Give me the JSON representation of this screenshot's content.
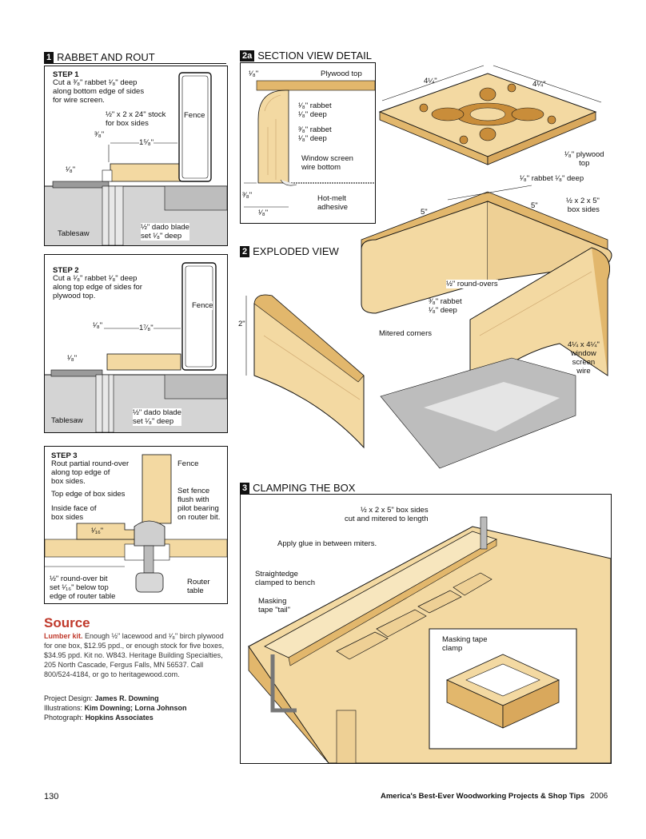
{
  "panel1": {
    "num": "1",
    "title": "RABBET AND ROUT",
    "step1": {
      "title": "STEP 1",
      "text": "Cut a ³⁄₈\" rabbet ¹⁄₈\" deep\nalong bottom edge of sides\nfor wire screen.",
      "stock": "½\" x 2 x 24\" stock\nfor box sides",
      "fence": "Fence",
      "dim_a": "³⁄₈\"",
      "dim_b": "1⁵⁄₈\"",
      "dim_c": "¹⁄₈\"",
      "tablesaw": "Tablesaw",
      "blade": "½\" dado blade\nset ¹⁄₈\" deep"
    },
    "step2": {
      "title": "STEP 2",
      "text": "Cut a ¹⁄₈\" rabbet ¹⁄₈\" deep\nalong top edge of sides for\nplywood top.",
      "fence": "Fence",
      "dim_a": "¹⁄₈\"",
      "dim_b": "1⁷⁄₈\"",
      "dim_c": "¹⁄₈\"",
      "tablesaw": "Tablesaw",
      "blade": "½\" dado blade\nset ¹⁄₈\" deep"
    },
    "step3": {
      "title": "STEP 3",
      "text": "Rout partial round-over\nalong top edge of\nbox sides.",
      "fence": "Fence",
      "top_edge": "Top edge of box sides",
      "inside": "Inside face of\nbox sides",
      "set_fence": "Set fence\nflush with\npilot bearing\non router bit.",
      "dim": "¹⁄₁₆\"",
      "bit": "½\" round-over bit\nset ¹⁄₁₆\" below top\nedge of router table",
      "router": "Router\ntable"
    }
  },
  "panel2a": {
    "num": "2a",
    "title": "SECTION VIEW DETAIL",
    "dim_top": "¹⁄₈\"",
    "plywood": "Plywood top",
    "rabbet1": "¹⁄₈\" rabbet\n¹⁄₈\" deep",
    "rabbet2": "³⁄₈\" rabbet\n¹⁄₈\" deep",
    "screen": "Window screen\nwire bottom",
    "dim_side": "³⁄₈\"",
    "dim_bottom": "¹⁄₈\"",
    "hotmelt": "Hot-melt\nadhesive"
  },
  "panel2": {
    "num": "2",
    "title": "EXPLODED VIEW",
    "dim_w1": "4¼\"",
    "dim_w2": "4¼\"",
    "plytop": "¹⁄₈\" plywood\ntop",
    "rabbet_top": "¹⁄₈\" rabbet ¹⁄₈\" deep",
    "dim_5a": "5\"",
    "dim_5b": "5\"",
    "sides": "½ x 2 x 5\"\nbox sides",
    "roundovers": "½\" round-overs",
    "rabbet_bot": "³⁄₈\" rabbet\n¹⁄₈\" deep",
    "dim_2": "2\"",
    "mitered": "Mitered corners",
    "screen": "4¼ x 4¼\"\nwindow\nscreen\nwire"
  },
  "panel3": {
    "num": "3",
    "title": "CLAMPING THE BOX",
    "sides": "½ x 2 x 5\" box sides\ncut and mitered to length",
    "glue": "Apply glue in between miters.",
    "straightedge": "Straightedge\nclamped to bench",
    "tape_tail": "Masking\ntape \"tail\"",
    "tape_clamp": "Masking tape\nclamp"
  },
  "source": {
    "title": "Source",
    "lead": "Lumber kit.",
    "body": " Enough ½\" lacewood and ¹⁄₈\" birch plywood for one box, $12.95 ppd., or enough stock for five boxes, $34.95 ppd. Kit no. W843. Heritage Building Specialties, 205 North Cascade, Fergus Falls, MN 56537. Call 800/524-4184, or go to heritagewood.com.",
    "design_label": "Project Design:",
    "design": "James R. Downing",
    "illus_label": "Illustrations:",
    "illus": "Kim Downing; Lorna Johnson",
    "photo_label": "Photograph:",
    "photo": "Hopkins Associates"
  },
  "footer": {
    "page": "130",
    "book": "America's Best-Ever Woodworking Projects & Shop Tips",
    "year": "2006"
  },
  "colors": {
    "wood": "#f3d9a2",
    "wood_dark": "#e2b76c",
    "gray": "#c9c9c9",
    "line": "#111111",
    "accent": "#c0392b"
  }
}
